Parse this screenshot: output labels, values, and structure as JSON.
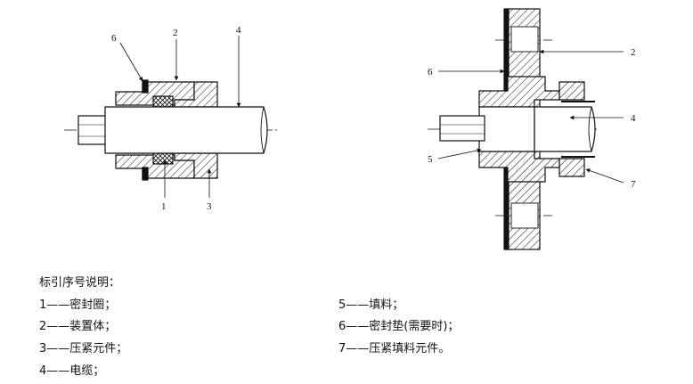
{
  "left_figure": {
    "callouts": [
      "6",
      "2",
      "4",
      "1",
      "3"
    ]
  },
  "right_figure": {
    "callouts": [
      "2",
      "6",
      "4",
      "5",
      "7"
    ]
  },
  "legend": {
    "title": "标引序号说明：",
    "items": [
      "1——密封圈；",
      "2——装置体；",
      "3——压紧元件；",
      "4——电缆；",
      "5——填料；",
      "6——密封垫(需要时)；",
      "7——压紧填料元件。"
    ]
  },
  "colors": {
    "line": "#111111",
    "hatch": "#111111",
    "background": "#ffffff"
  }
}
